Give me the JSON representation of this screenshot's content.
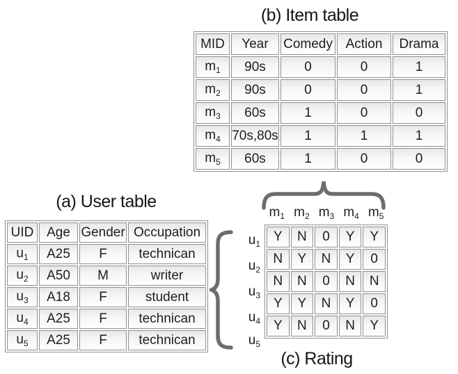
{
  "colors": {
    "table_border": "#8e8e8e",
    "cell_gradient_top": "#e7e7e7",
    "cell_gradient_bottom": "#fefefe",
    "text": "#1d1d1d",
    "brace": "#6d6d6d"
  },
  "item_table": {
    "title": "(b) Item table",
    "headers": [
      "MID",
      "Year",
      "Comedy",
      "Action",
      "Drama"
    ],
    "rows": [
      {
        "id": {
          "b": "m",
          "s": "1"
        },
        "year": "90s",
        "comedy": "0",
        "action": "0",
        "drama": "1"
      },
      {
        "id": {
          "b": "m",
          "s": "2"
        },
        "year": "90s",
        "comedy": "0",
        "action": "0",
        "drama": "1"
      },
      {
        "id": {
          "b": "m",
          "s": "3"
        },
        "year": "60s",
        "comedy": "1",
        "action": "0",
        "drama": "0"
      },
      {
        "id": {
          "b": "m",
          "s": "4"
        },
        "year": "70s,80s",
        "comedy": "1",
        "action": "1",
        "drama": "1"
      },
      {
        "id": {
          "b": "m",
          "s": "5"
        },
        "year": "60s",
        "comedy": "1",
        "action": "0",
        "drama": "0"
      }
    ]
  },
  "user_table": {
    "title": "(a) User table",
    "headers": [
      "UID",
      "Age",
      "Gender",
      "Occupation"
    ],
    "rows": [
      {
        "id": {
          "b": "u",
          "s": "1"
        },
        "age": "A25",
        "gender": "F",
        "occupation": "technican"
      },
      {
        "id": {
          "b": "u",
          "s": "2"
        },
        "age": "A50",
        "gender": "M",
        "occupation": "writer"
      },
      {
        "id": {
          "b": "u",
          "s": "3"
        },
        "age": "A18",
        "gender": "F",
        "occupation": "student"
      },
      {
        "id": {
          "b": "u",
          "s": "4"
        },
        "age": "A25",
        "gender": "F",
        "occupation": "technican"
      },
      {
        "id": {
          "b": "u",
          "s": "5"
        },
        "age": "A25",
        "gender": "F",
        "occupation": "technican"
      }
    ]
  },
  "rating": {
    "title": "(c) Rating",
    "col_labels": [
      {
        "b": "m",
        "s": "1"
      },
      {
        "b": "m",
        "s": "2"
      },
      {
        "b": "m",
        "s": "3"
      },
      {
        "b": "m",
        "s": "4"
      },
      {
        "b": "m",
        "s": "5"
      }
    ],
    "row_labels": [
      {
        "b": "u",
        "s": "1"
      },
      {
        "b": "u",
        "s": "2"
      },
      {
        "b": "u",
        "s": "3"
      },
      {
        "b": "u",
        "s": "4"
      },
      {
        "b": "u",
        "s": "5"
      }
    ],
    "matrix": [
      [
        "Y",
        "N",
        "0",
        "Y",
        "Y"
      ],
      [
        "N",
        "Y",
        "N",
        "Y",
        "0"
      ],
      [
        "N",
        "N",
        "0",
        "N",
        "N"
      ],
      [
        "Y",
        "Y",
        "N",
        "Y",
        "0"
      ],
      [
        "Y",
        "N",
        "0",
        "N",
        "Y"
      ]
    ]
  }
}
